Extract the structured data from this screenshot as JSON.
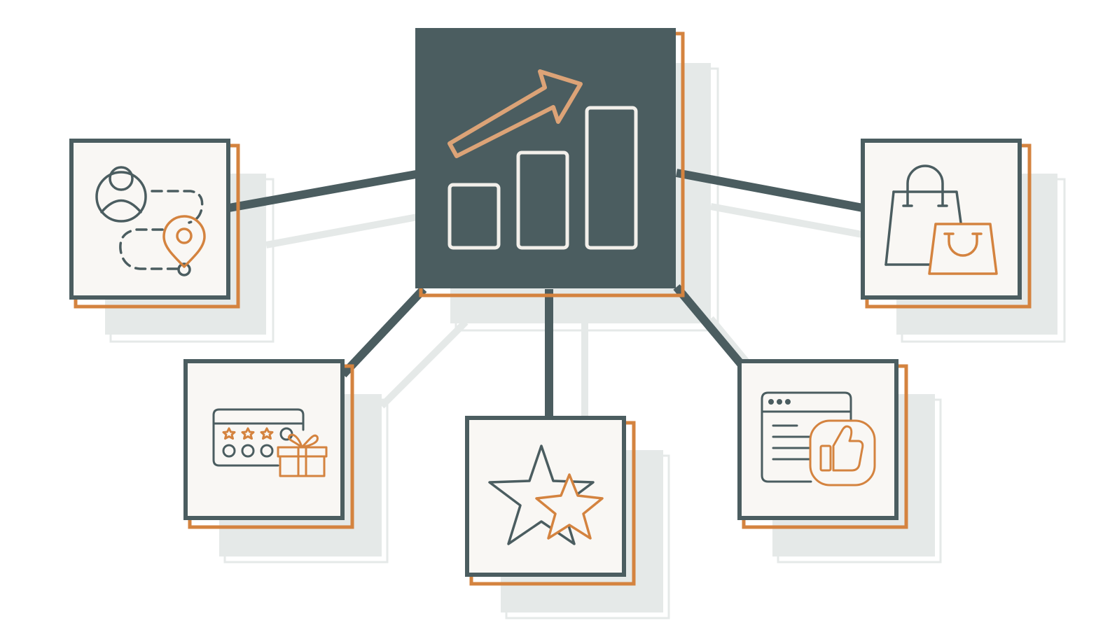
{
  "colors": {
    "background": "#ffffff",
    "slate": "#4b5d60",
    "orange": "#d4833f",
    "panel_fill": "#f9f7f4",
    "shadow": "#e5e9e8",
    "bars_stroke": "#f2efea",
    "arrow_stroke": "#dca377"
  },
  "hub": {
    "icon": "bar-chart-growth-arrow-icon",
    "bars_relative": [
      0.45,
      0.68,
      1.0
    ]
  },
  "nodes": [
    {
      "id": "customer-journey",
      "icon": "customer-journey-location-icon"
    },
    {
      "id": "loyalty-rewards",
      "icon": "loyalty-card-gift-icon"
    },
    {
      "id": "ratings",
      "icon": "rating-stars-icon"
    },
    {
      "id": "positive-feedback",
      "icon": "thumbs-up-webpage-icon"
    },
    {
      "id": "shopping",
      "icon": "shopping-bags-icon"
    }
  ]
}
